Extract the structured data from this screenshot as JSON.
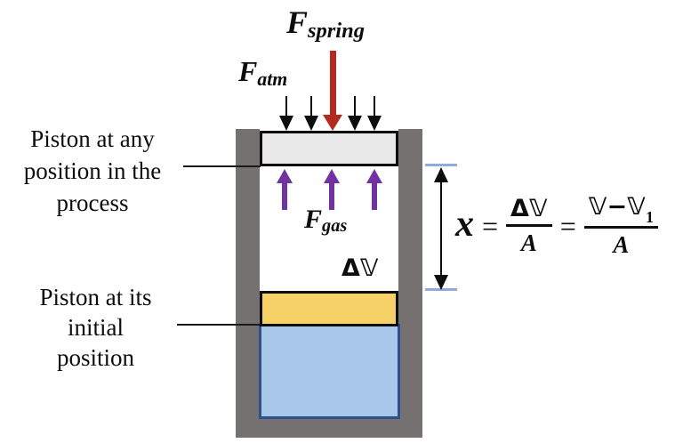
{
  "forces": {
    "spring": {
      "symbol": "F",
      "subscript": "spring"
    },
    "atm": {
      "symbol": "F",
      "subscript": "atm"
    },
    "gas": {
      "symbol": "F",
      "subscript": "gas"
    }
  },
  "annotations": {
    "piston_any": {
      "line1": "Piston at any",
      "line2": "position in the",
      "line3": "process"
    },
    "piston_initial": {
      "line1": "Piston at its",
      "line2": "initial",
      "line3": "position"
    },
    "delta_volume": "Δ𝕍"
  },
  "equation": {
    "lhs": "x",
    "equals1": "=",
    "frac1": {
      "numerator": "Δ𝕍",
      "denominator": "A"
    },
    "equals2": "=",
    "frac2": {
      "numerator_main": "𝕍−𝕍",
      "numerator_subscript": "1",
      "denominator": "A"
    }
  },
  "colors": {
    "cylinder_wall": "#767171",
    "piston_current_fill": "#E9E9E9",
    "piston_initial_fill": "#F5D168",
    "fluid_fill": "#A9C7E9",
    "fluid_border": "#2F4F8F",
    "spring_arrow_red": "#B22A20",
    "gas_arrow_purple": "#7233A2",
    "extent_tick_blue": "#8FAADC",
    "ink_black": "#0D0D0D"
  }
}
